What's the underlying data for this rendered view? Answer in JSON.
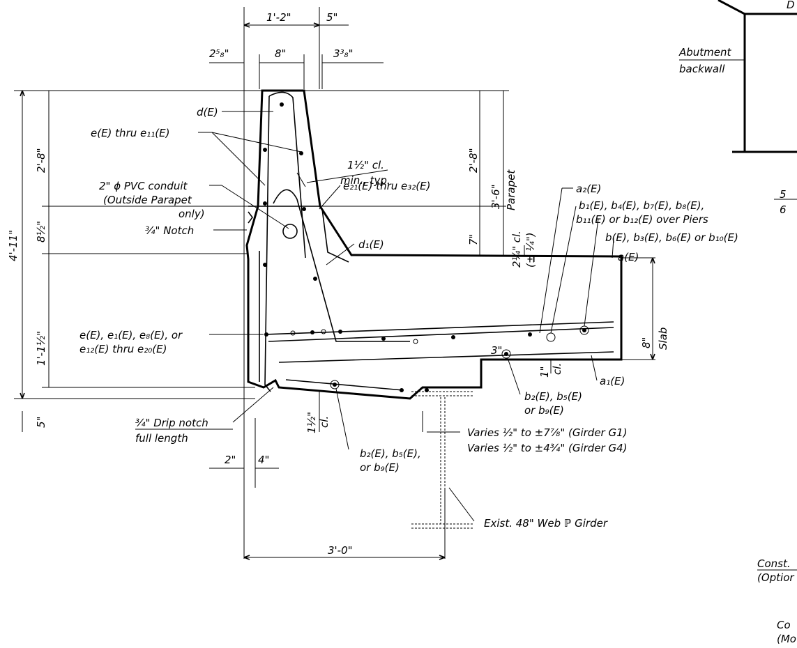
{
  "dimensions": {
    "top_width": "1'-2\"",
    "top_right": "5\"",
    "left_offset": "2⁵₈\"",
    "cap_width": "8\"",
    "right_offset": "3³₈\"",
    "total_height": "4'-11\"",
    "upper_wall": "2'-8\"",
    "notch_zone": "8½\"",
    "lower_zone": "1'-1½\"",
    "below_slab": "5\"",
    "right_upper": "2'-8\"",
    "parapet_height": "3'-6\"",
    "parapet_word": "Parapet",
    "right_seven": "7\"",
    "clear_top": "2¼\" cl.",
    "clear_tol": "(± ¼\")",
    "slab_depth": "8\"",
    "slab_word": "Slab",
    "three": "3\"",
    "one_clear": "1\"",
    "one_cl": "cl.",
    "bottom_clear": "1½\"",
    "bottom_cl": "cl.",
    "two_in": "2\"",
    "four_in": "4\"",
    "overall": "3'-0\""
  },
  "labels": {
    "d": "d(E)",
    "e_thru": "e(E) thru e₁₁(E)",
    "cover_1": "1½\" cl.",
    "cover_2": "min., typ.",
    "pvc_1": "2\" ϕ PVC conduit",
    "pvc_2": "(Outside Parapet",
    "pvc_3": "only)",
    "notch": "¾\" Notch",
    "e21": "e₂₁(E) thru e₃₂(E)",
    "d1": "d₁(E)",
    "a2": "a₂(E)",
    "b1_1": "b₁(E), b₄(E), b₇(E), b₈(E),",
    "b1_2": "b₁₁(E) or b₁₂(E) over Piers",
    "b_list": "b(E), b₃(E), b₆(E) or b₁₀(E)",
    "a": "a(E)",
    "e_list_1": "e(E), e₁(E), e₈(E), or",
    "e_list_2": "e₁₂(E) thru e₂₀(E)",
    "a1": "a₁(E)",
    "b2_right_1": "b₂(E), b₅(E)",
    "b2_right_2": "or b₉(E)",
    "drip_1": "¾\" Drip notch",
    "drip_2": "full length",
    "varies_1": "Varies ½\" to ±7⅞\" (Girder G1)",
    "varies_2": "Varies ½\" to ±4¾\" (Girder G4)",
    "b2_bottom_1": "b₂(E), b₅(E),",
    "b2_bottom_2": "or b₉(E)",
    "girder": "Exist. 48\" Web ℙ Girder"
  },
  "detail": {
    "top_cut": "D",
    "abutment_1": "Abutment",
    "abutment_2": "backwall",
    "frac_top": "5",
    "frac_bot": "6",
    "const_1": "Const.",
    "const_2": "(Optior",
    "co_1": "Co",
    "co_2": "(Mo"
  }
}
